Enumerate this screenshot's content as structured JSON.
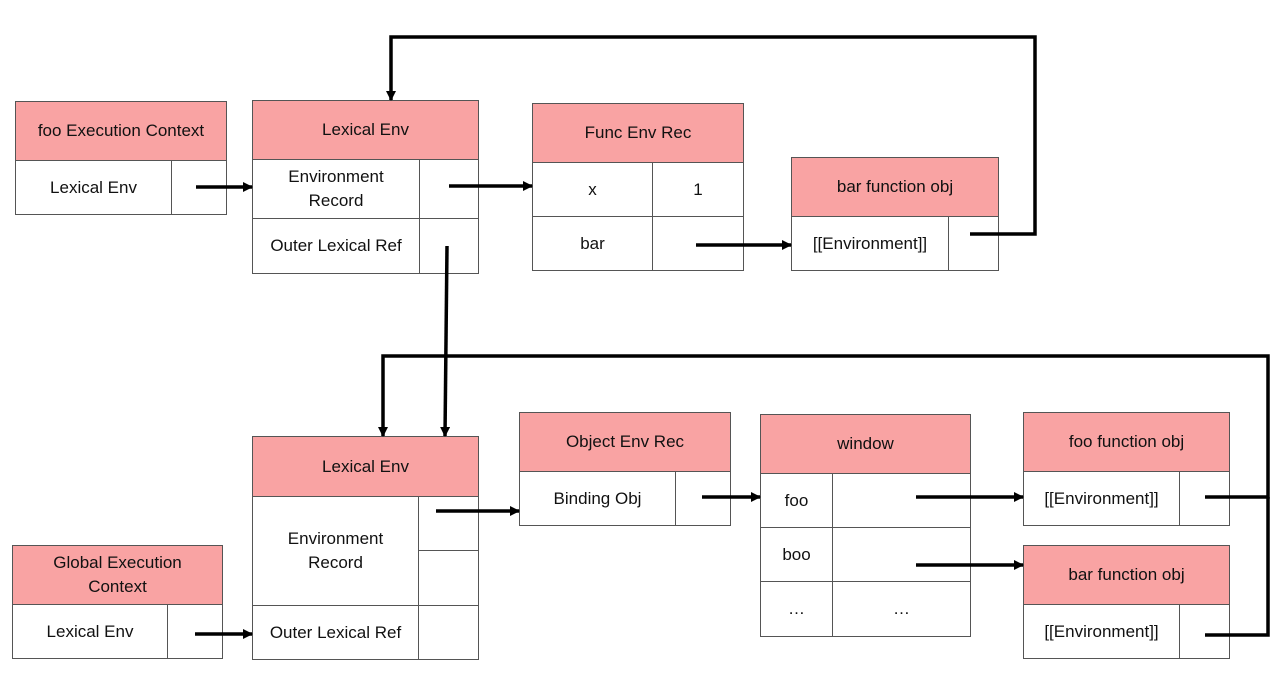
{
  "foo_ctx": {
    "title": "foo Execution Context",
    "row": "Lexical Env"
  },
  "foo_lex": {
    "title": "Lexical Env",
    "env_rec": "Environment Record",
    "outer": "Outer Lexical Ref"
  },
  "func_env": {
    "title": "Func Env Rec",
    "r1_key": "x",
    "r1_val": "1",
    "r2_key": "bar"
  },
  "bar_fn_top": {
    "title": "bar function obj",
    "env": "[[Environment]]"
  },
  "global_ctx": {
    "title": "Global Execution Context",
    "row": "Lexical Env"
  },
  "global_lex": {
    "title": "Lexical Env",
    "env_rec": "Environment Record",
    "outer": "Outer Lexical Ref"
  },
  "obj_env": {
    "title": "Object Env Rec",
    "row": "Binding Obj"
  },
  "window": {
    "title": "window",
    "r1": "foo",
    "r2": "boo",
    "r3_key": "…",
    "r3_val": "…"
  },
  "foo_fn": {
    "title": "foo function obj",
    "env": "[[Environment]]"
  },
  "bar_fn_bottom": {
    "title": "bar function obj",
    "env": "[[Environment]]"
  }
}
